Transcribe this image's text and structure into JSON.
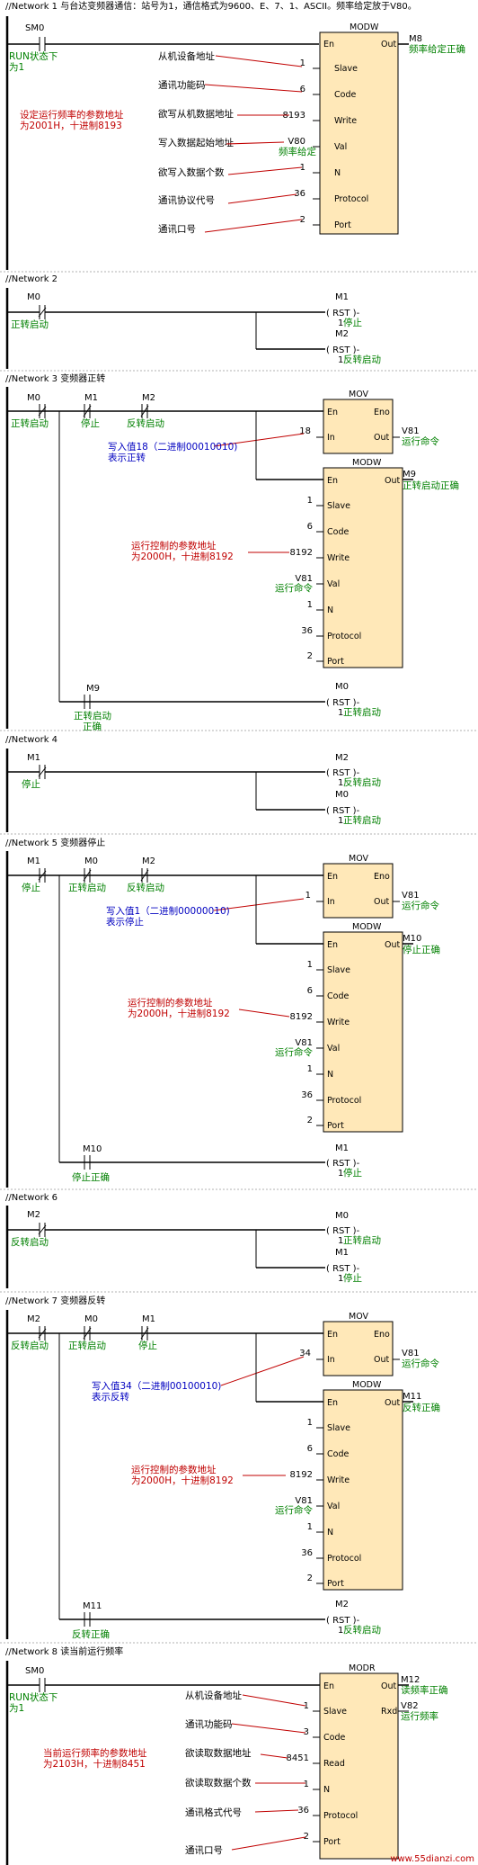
{
  "networks": [
    {
      "header": "//Network 1   与台达变频器通信：站号为1，通信格式为9600、E、7、1、ASCII。频率给定放于V80。"
    },
    {
      "header": "//Network 2"
    },
    {
      "header": "//Network 3  变频器正转"
    },
    {
      "header": "//Network 4"
    },
    {
      "header": "//Network 5  变频器停止"
    },
    {
      "header": "//Network 6"
    },
    {
      "header": "//Network 7  变频器反转"
    },
    {
      "header": "//Network 8  读当前运行频率"
    }
  ],
  "contacts": {
    "sm0": "SM0",
    "sm0_desc": [
      "RUN状态下",
      "为1"
    ],
    "m0": "M0",
    "m1": "M1",
    "m2": "M2",
    "m9": "M9",
    "m10": "M10",
    "m11": "M11",
    "fwd_start": "正转启动",
    "rev_start": "反转启动",
    "stop": "停止",
    "fwd_ok": [
      "正转启动",
      "正确"
    ],
    "stop_ok": "停止正确",
    "rev_ok": "反转正确"
  },
  "coils": {
    "rst": "( RST )-",
    "one": "1",
    "m0": "M0",
    "m1": "M1",
    "m2": "M2",
    "fwd_start": "正转启动",
    "rev_start": "反转启动",
    "stop": "停止"
  },
  "blocks": {
    "modw": "MODW",
    "modr": "MODR",
    "mov": "MOV",
    "pins": {
      "en": "En",
      "out": "Out",
      "eno": "Eno",
      "in": "In",
      "slave": "Slave",
      "code": "Code",
      "write": "Write",
      "val": "Val",
      "n": "N",
      "protocol": "Protocol",
      "port": "Port",
      "read": "Read",
      "rxd": "Rxd"
    }
  },
  "net1": {
    "out_addr": "M8",
    "out_desc": "频率给定正确",
    "values": {
      "slave": "1",
      "code": "6",
      "write": "8193",
      "val": "V80",
      "val_desc": "频率给定",
      "n": "1",
      "protocol": "36",
      "port": "2"
    },
    "notes": {
      "slave": "从机设备地址",
      "code": "通讯功能码",
      "write": "欲写从机数据地址",
      "val": "写入数据起始地址",
      "n": "欲写入数据个数",
      "protocol": "通讯协议代号",
      "port": "通讯口号"
    },
    "red_note": [
      "设定运行频率的参数地址",
      "为2001H，十进制8193"
    ]
  },
  "net3": {
    "mov_in": "18",
    "mov_out": "V81",
    "mov_out_desc": "运行命令",
    "blue_note": [
      "写入值18（二进制00010010)",
      "表示正转"
    ],
    "modw_out": "M9",
    "modw_out_desc": "正转启动正确",
    "values": {
      "slave": "1",
      "code": "6",
      "write": "8192",
      "val": "V81",
      "val_desc": "运行命令",
      "n": "1",
      "protocol": "36",
      "port": "2"
    },
    "red_note": [
      "运行控制的参数地址",
      "为2000H，十进制8192"
    ]
  },
  "net5": {
    "mov_in": "1",
    "mov_out": "V81",
    "mov_out_desc": "运行命令",
    "blue_note": [
      "写入值1（二进制00000010)",
      "表示停止"
    ],
    "modw_out": "M10",
    "modw_out_desc": "停止正确",
    "values": {
      "slave": "1",
      "code": "6",
      "write": "8192",
      "val": "V81",
      "val_desc": "运行命令",
      "n": "1",
      "protocol": "36",
      "port": "2"
    },
    "red_note": [
      "运行控制的参数地址",
      "为2000H，十进制8192"
    ]
  },
  "net7": {
    "mov_in": "34",
    "mov_out": "V81",
    "mov_out_desc": "运行命令",
    "blue_note": [
      "写入值34（二进制00100010)",
      "表示反转"
    ],
    "modw_out": "M11",
    "modw_out_desc": "反转正确",
    "values": {
      "slave": "1",
      "code": "6",
      "write": "8192",
      "val": "V81",
      "val_desc": "运行命令",
      "n": "1",
      "protocol": "36",
      "port": "2"
    },
    "red_note": [
      "运行控制的参数地址",
      "为2000H，十进制8192"
    ]
  },
  "net8": {
    "out_addr": "M12",
    "out_desc": "读频率正确",
    "rxd_addr": "V82",
    "rxd_desc": "运行频率",
    "values": {
      "slave": "1",
      "code": "3",
      "read": "8451",
      "n": "1",
      "protocol": "36",
      "port": "2"
    },
    "notes": {
      "slave": "从机设备地址",
      "code": "通讯功能码",
      "read": "欲读取数据地址",
      "n": "欲读取数据个数",
      "protocol": "通讯格式代号",
      "port": "通讯口号"
    },
    "red_note": [
      "当前运行频率的参数地址",
      "为2103H，十进制8451"
    ]
  },
  "watermark": "www.55dianzi.com"
}
